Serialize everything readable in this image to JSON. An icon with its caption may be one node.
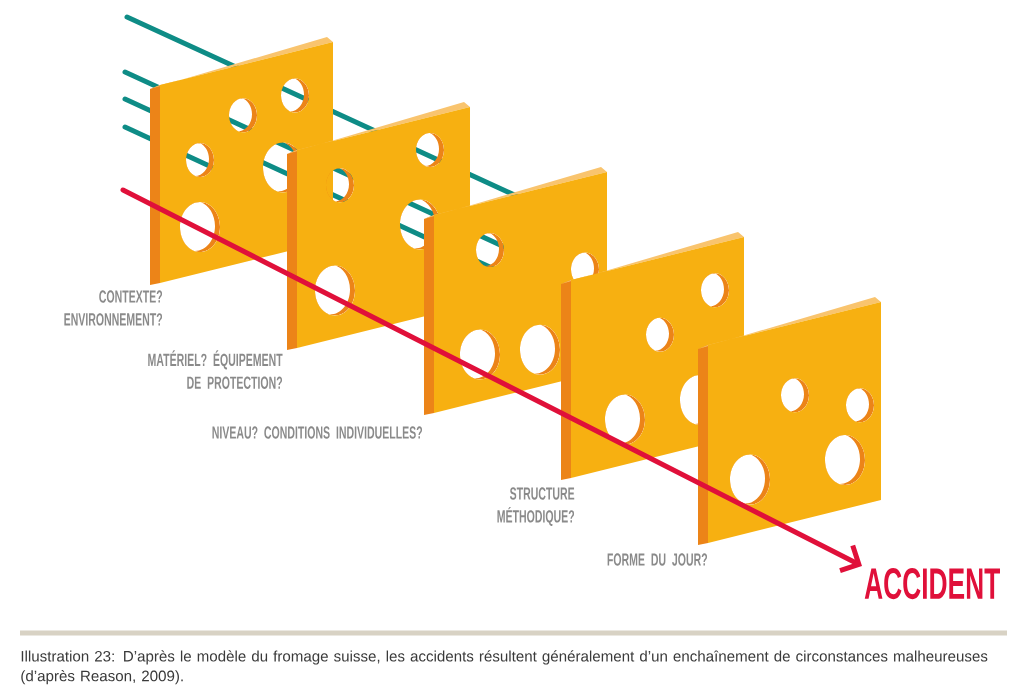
{
  "diagram": {
    "caption": "Illustration 23: D’après le modèle du fromage suisse, les accidents résultent généralement d’un enchaînement de circonstances malheureuses (d’après Reason, 2009).",
    "nodes": [
      {
        "text": [],
        "shape": "box",
        "beside": [
          "CONTEXTE? ENVIRONNEMENT?"
        ]
      },
      {
        "text": [],
        "shape": "box",
        "beside": [
          "MATÉRIEL? ÉQUIPEMENT DE PROTECTION?"
        ]
      },
      {
        "text": [],
        "shape": "box",
        "beside": [
          "NIVEAU? CONDITIONS INDIVIDUELLES?"
        ]
      },
      {
        "text": [],
        "shape": "box",
        "beside": [
          "STRUCTURE MÉTHODIQUE?"
        ]
      },
      {
        "text": [],
        "shape": "box",
        "beside": [
          "FORME DU JOUR?"
        ]
      },
      {
        "text": [
          "ACCIDENT"
        ]
      }
    ],
    "edges": [
      {
        "from": null,
        "to": 5,
        "arrow": "to",
        "color": "#e0103a"
      }
    ]
  }
}
